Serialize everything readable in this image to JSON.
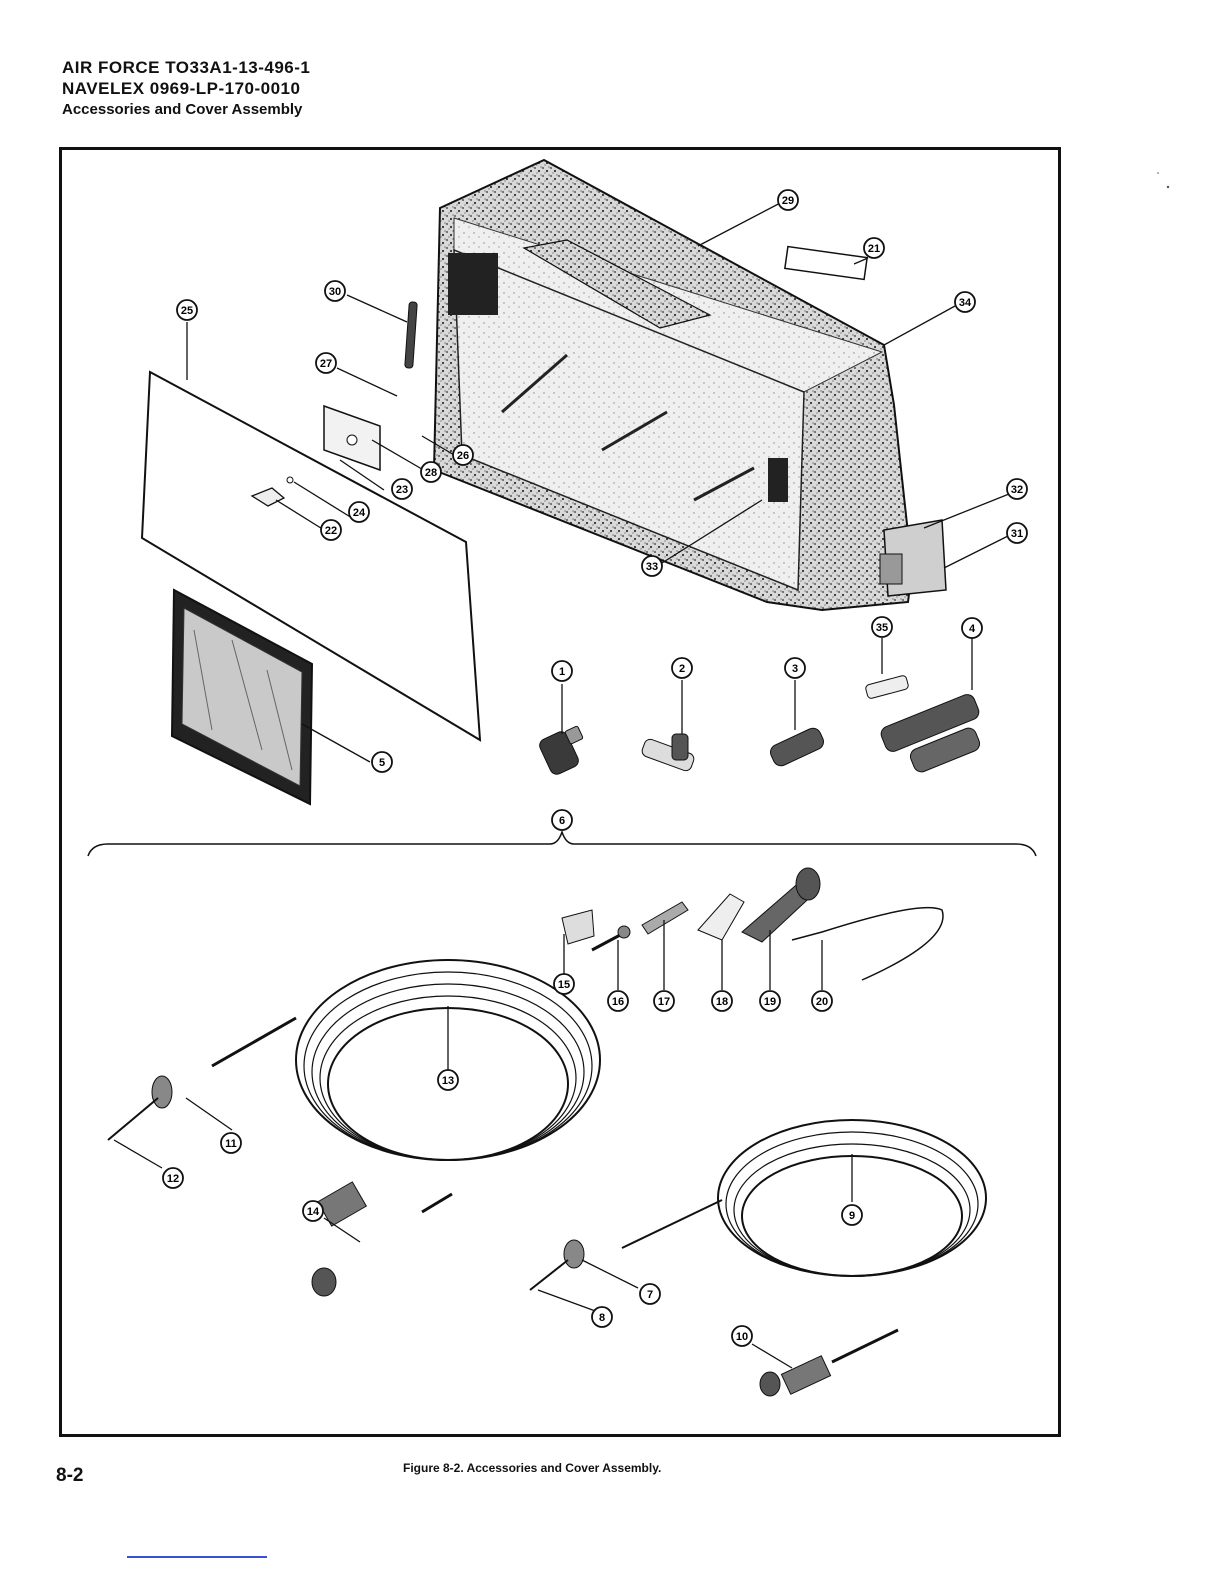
{
  "header": {
    "line1": "AIR FORCE  TO33A1-13-496-1",
    "line2": "NAVELEX  0969-LP-170-0010",
    "line3": "Accessories and Cover Assembly"
  },
  "callouts": {
    "c1": "1",
    "c2": "2",
    "c3": "3",
    "c4": "4",
    "c5": "5",
    "c6": "6",
    "c7": "7",
    "c8": "8",
    "c9": "9",
    "c10": "10",
    "c11": "11",
    "c12": "12",
    "c13": "13",
    "c14": "14",
    "c15": "15",
    "c16": "16",
    "c17": "17",
    "c18": "18",
    "c19": "19",
    "c20": "20",
    "c21": "21",
    "c22": "22",
    "c23": "23",
    "c24": "24",
    "c25": "25",
    "c26": "26",
    "c27": "27",
    "c28": "28",
    "c29": "29",
    "c30": "30",
    "c31": "31",
    "c32": "32",
    "c33": "33",
    "c34": "34",
    "c35": "35"
  },
  "figure": {
    "caption": "Figure 8-2. Accessories and Cover Assembly."
  },
  "page": {
    "number": "8-2"
  },
  "colors": {
    "ink": "#111111",
    "speckle": "#8a8a8a",
    "footer_rule": "#3b4fd6"
  }
}
